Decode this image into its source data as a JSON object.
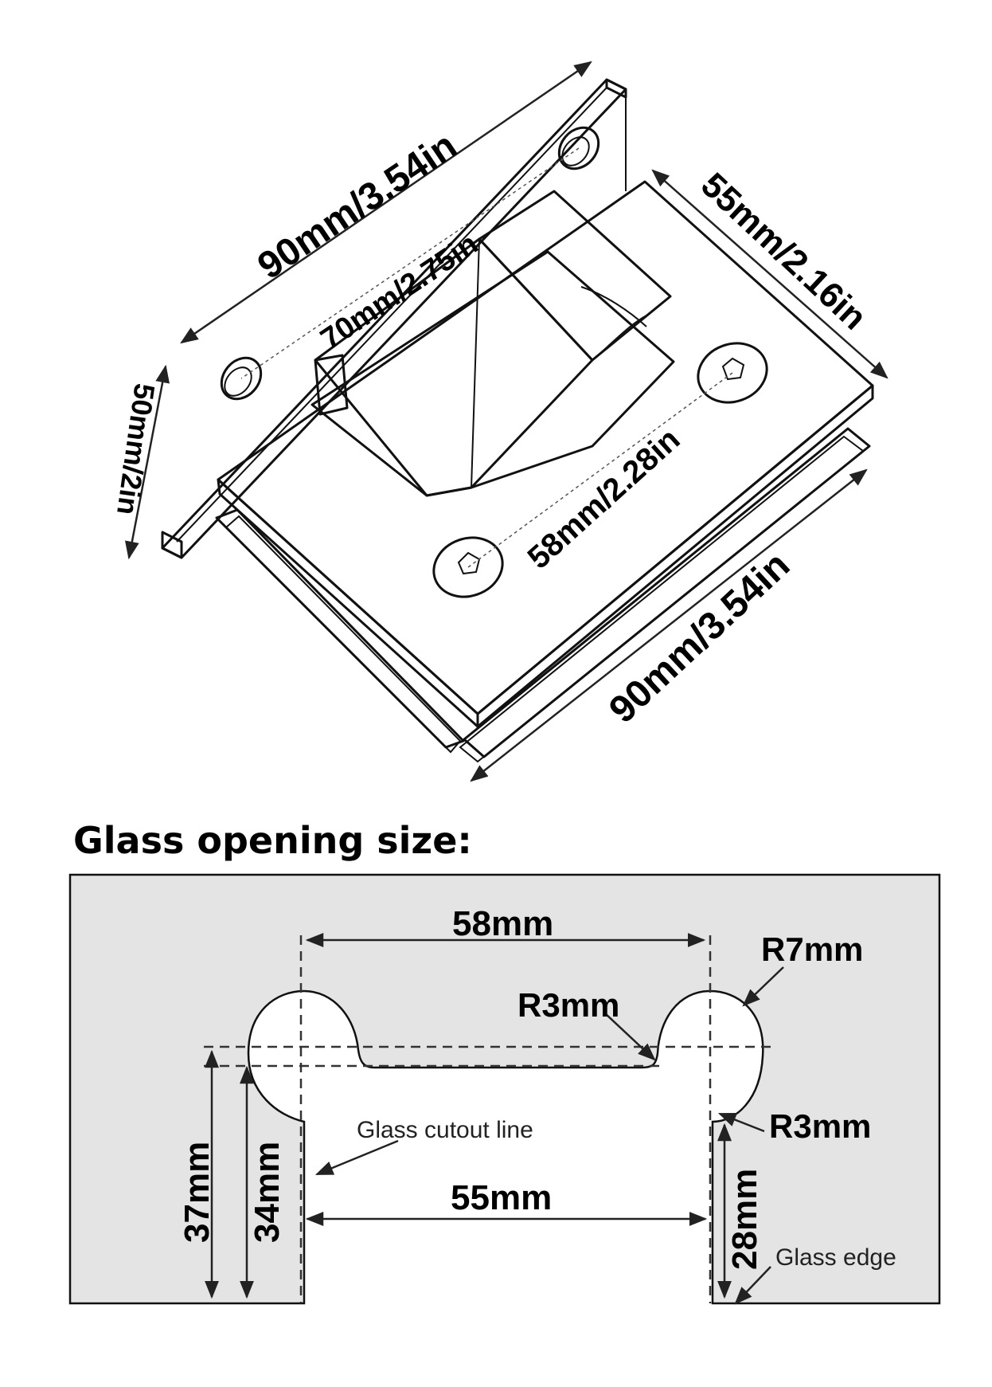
{
  "hinge": {
    "dim_top_length": "90mm/3.54in",
    "dim_center_top": "70mm/2.75in",
    "dim_side_width": "55mm/2.16in",
    "dim_plate_height": "50mm/2in",
    "dim_screw_spacing": "58mm/2.28in",
    "dim_bottom_length": "90mm/3.54in"
  },
  "glass": {
    "heading": "Glass opening size:",
    "dim_top_span": "58mm",
    "dim_large_radius": "R7mm",
    "dim_inner_radius_top": "R3mm",
    "dim_inner_radius_side": "R3mm",
    "cutout_label": "Glass cutout line",
    "dim_bottom_span": "55mm",
    "dim_outer_depth": "37mm",
    "dim_inner_depth": "34mm",
    "dim_side_depth": "28mm",
    "edge_label": "Glass edge"
  }
}
